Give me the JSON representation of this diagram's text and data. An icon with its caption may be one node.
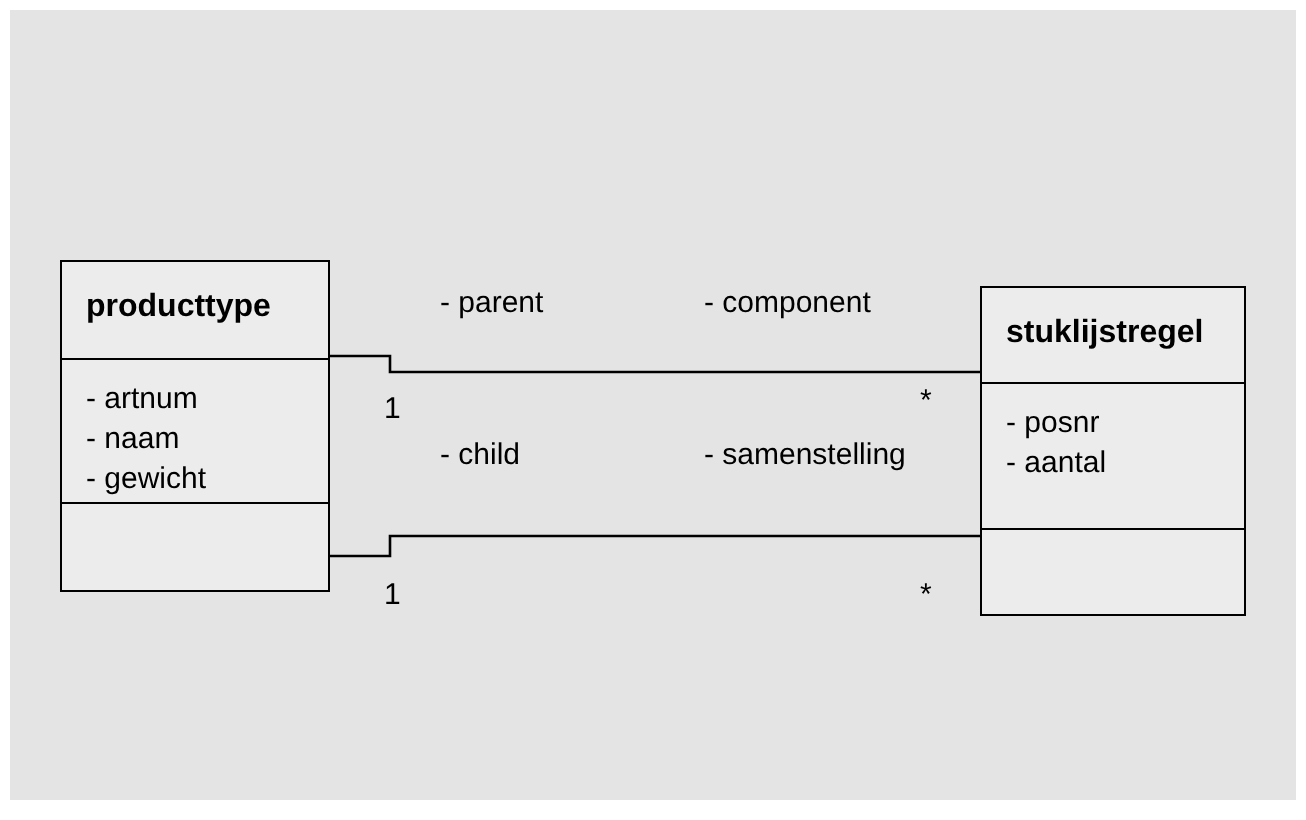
{
  "diagram": {
    "nodes": [
      {
        "text": [
          "producttype",
          "- artnum",
          "- naam",
          "- gewicht"
        ]
      },
      {
        "text": [
          "stuklijstregel",
          "- posnr",
          "- aantal"
        ]
      }
    ],
    "edges": [
      {
        "from": 0,
        "to": 1,
        "arrow": "none"
      },
      {
        "from": 0,
        "to": 1,
        "arrow": "none"
      }
    ],
    "labels": [
      "- parent",
      "- component",
      "1",
      "*",
      "- child",
      "- samenstelling",
      "1",
      "*"
    ]
  }
}
